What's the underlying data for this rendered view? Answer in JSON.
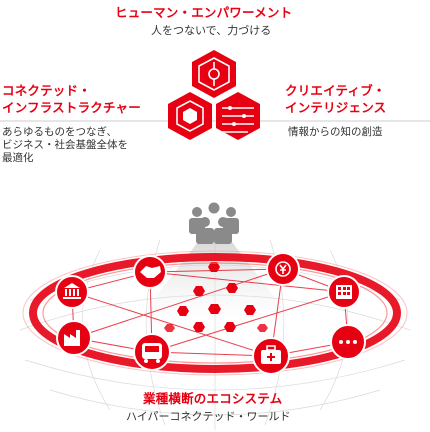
{
  "top": {
    "title": "ヒューマン・エンパワーメント",
    "subtitle": "人をつないで、力づける"
  },
  "left": {
    "title_line1": "コネクテッド・",
    "title_line2": "インフラストラクチャー",
    "desc_line1": "あらゆるものをつなぎ、",
    "desc_line2": "ビジネス・社会基盤全体を",
    "desc_line3": "最適化"
  },
  "right": {
    "title_line1": "クリエイティブ・",
    "title_line2": "インテリジェンス",
    "desc": "情報からの知の創造"
  },
  "bottom": {
    "title": "業種横断のエコシステム",
    "subtitle": "ハイパーコネクテッド・ワールド"
  },
  "colors": {
    "accent": "#e60012",
    "text": "#333333",
    "people": "#8a8a8a"
  },
  "icons": [
    "group-people-icon",
    "handshake-icon",
    "currency-icon",
    "government-building-icon",
    "hospital-building-icon",
    "factory-icon",
    "bus-icon",
    "medical-kit-icon",
    "more-icon"
  ]
}
